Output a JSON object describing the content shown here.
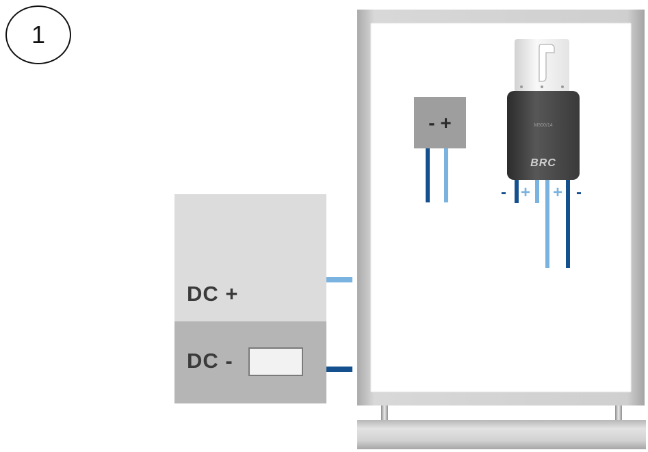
{
  "step": "1",
  "junction_box": {
    "dc_plus_label": "DC +",
    "dc_minus_label": "DC -"
  },
  "small_terminal": {
    "label": "- +"
  },
  "device": {
    "brand": "BRC",
    "model": "M500/14",
    "lead_labels": [
      "-",
      "+",
      "+",
      "-"
    ]
  },
  "colors": {
    "negative_wire": "#14508d",
    "positive_wire": "#7ab3e0",
    "junction_box_upper": "#dcdcdc",
    "junction_box_lower": "#b5b5b5",
    "device_body": "#3a3a3a"
  }
}
